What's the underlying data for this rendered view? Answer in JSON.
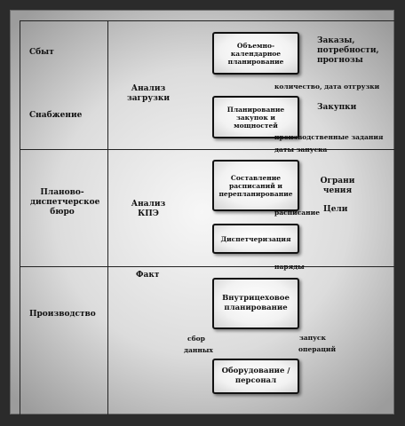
{
  "rows": {
    "sbyt": "Сбыт",
    "snabzhenie": "Снабжение",
    "pdb": "Планово-диспетчерское бюро",
    "proizvodstvo": "Производство"
  },
  "analysis": {
    "zagruzki": "Анализ загрузки",
    "kpe": "Анализ КПЭ",
    "fakt": "Факт"
  },
  "boxes": {
    "obyemno": "Объемно-календарное планирование",
    "zakupok": "Планирование закупок и мощностей",
    "raspisaniy": "Составление расписаний и перепланирование",
    "dispetch": "Диспетчеризация",
    "vnutritsekh": "Внутрицеховое планирование",
    "oborud": "Оборудование / персонал"
  },
  "side": {
    "zakazy": "Заказы, потребности, прогнозы",
    "zakupki": "Закупки",
    "ogranich": "Ограничения",
    "tseli": "Цели"
  },
  "flows": {
    "kolichestvo": "количество, дата отгрузки",
    "proizv_zadania": "производственные задания",
    "daty_zapuska": "даты запуска",
    "raspisanie": "расписание",
    "nariady": "наряды",
    "sbor": "сбор",
    "dannykh": "данных",
    "zapusk": "запуск",
    "operatsiy": "операций"
  }
}
